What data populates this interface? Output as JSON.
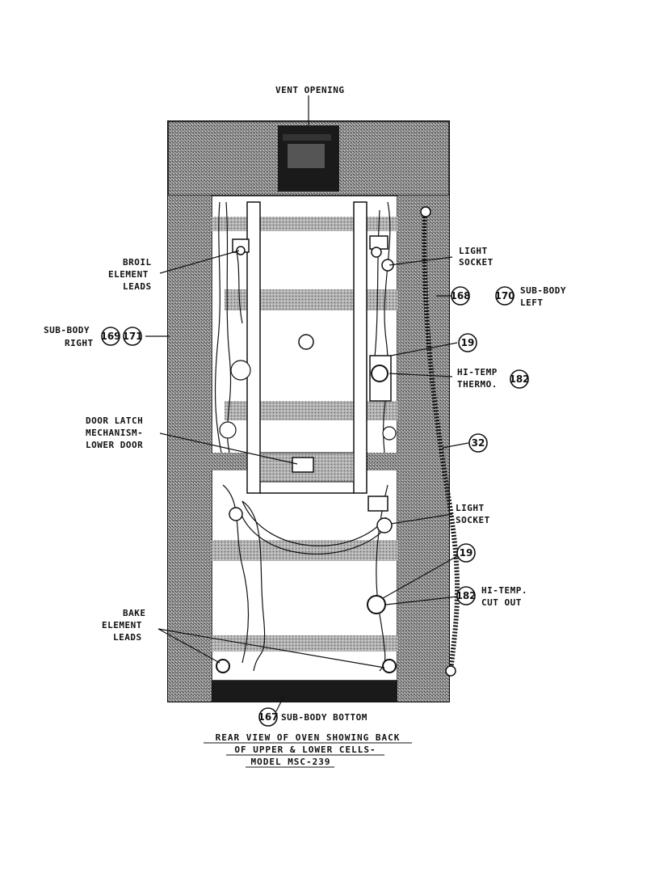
{
  "labels": {
    "vent_opening": "VENT OPENING",
    "broil_1": "BROIL",
    "broil_2": "ELEMENT",
    "broil_3": "LEADS",
    "light_socket_upper_1": "LIGHT",
    "light_socket_upper_2": "SOCKET",
    "sub_body_left_1": "SUB-BODY",
    "sub_body_left_2": "LEFT",
    "sub_body_right_1": "SUB-BODY",
    "sub_body_right_2": "RIGHT",
    "hi_temp_thermo_1": "HI-TEMP",
    "hi_temp_thermo_2": "THERMO.",
    "door_latch_1": "DOOR LATCH",
    "door_latch_2": "MECHANISM-",
    "door_latch_3": "LOWER DOOR",
    "light_socket_lower_1": "LIGHT",
    "light_socket_lower_2": "SOCKET",
    "hi_temp_cutout_1": "HI-TEMP.",
    "hi_temp_cutout_2": "CUT OUT",
    "bake_1": "BAKE",
    "bake_2": "ELEMENT",
    "bake_3": "LEADS",
    "sub_body_bottom": "SUB-BODY BOTTOM"
  },
  "callouts": {
    "c168": "168",
    "c170": "170",
    "c169": "169",
    "c171": "171",
    "c19a": "19",
    "c182a": "182",
    "c32": "32",
    "c19b": "19",
    "c182b": "182",
    "c167": "167"
  },
  "caption": {
    "line1": "REAR VIEW OF OVEN SHOWING BACK",
    "line2": "OF UPPER & LOWER CELLS-",
    "line3": "MODEL MSC-239"
  }
}
